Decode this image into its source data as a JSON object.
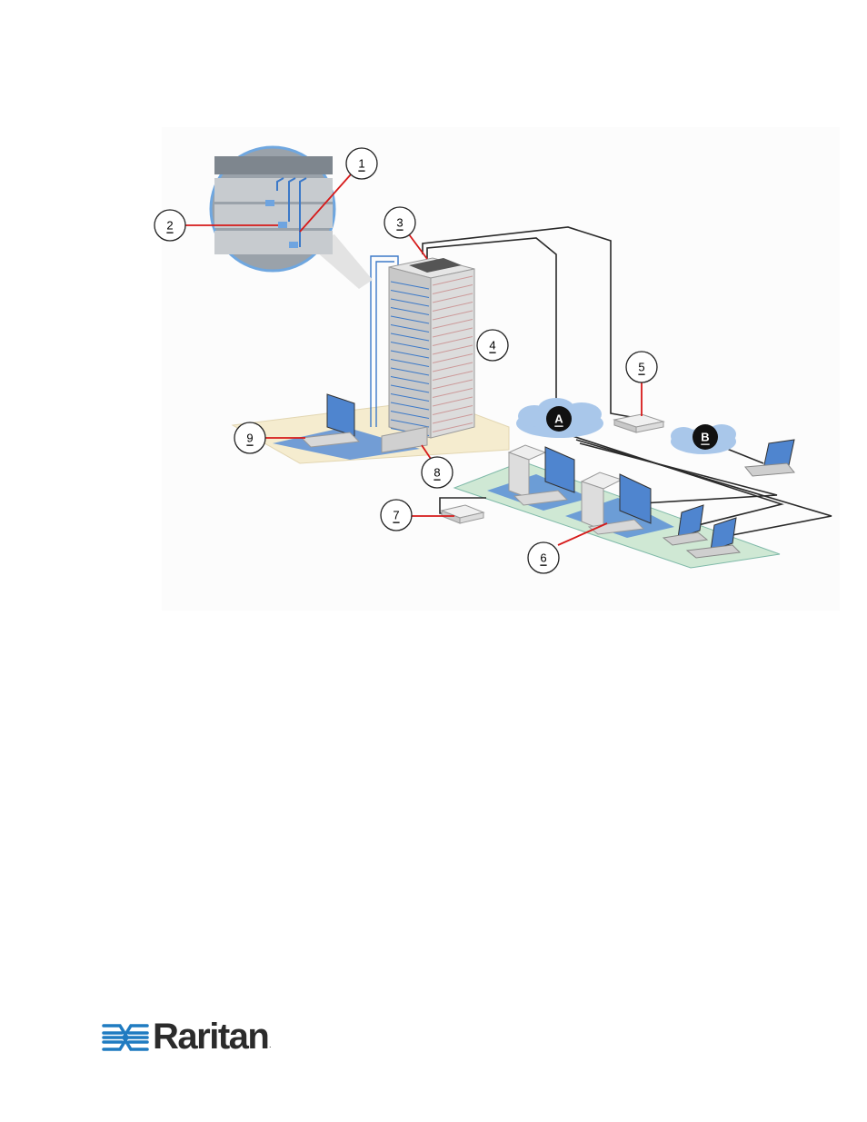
{
  "diagram": {
    "callouts": [
      {
        "id": "1",
        "label": "1"
      },
      {
        "id": "2",
        "label": "2"
      },
      {
        "id": "3",
        "label": "3"
      },
      {
        "id": "4",
        "label": "4"
      },
      {
        "id": "5",
        "label": "5"
      },
      {
        "id": "6",
        "label": "6"
      },
      {
        "id": "7",
        "label": "7"
      },
      {
        "id": "8",
        "label": "8"
      },
      {
        "id": "9",
        "label": "9"
      }
    ],
    "clouds": [
      {
        "id": "A",
        "label": "A"
      },
      {
        "id": "B",
        "label": "B"
      }
    ],
    "colors": {
      "callout_line": "#d61a1a",
      "cable": "#2a2a2a",
      "cloud": "#a9c7ea",
      "floor_beige": "#f5eccf",
      "floor_green": "#cfe8d4",
      "mat_blue": "#5b8fd6",
      "rack": "#d8d8d8"
    }
  },
  "brand": {
    "name": "Raritan",
    "reg_mark": ".",
    "logo_color": "#1f7bc1"
  }
}
